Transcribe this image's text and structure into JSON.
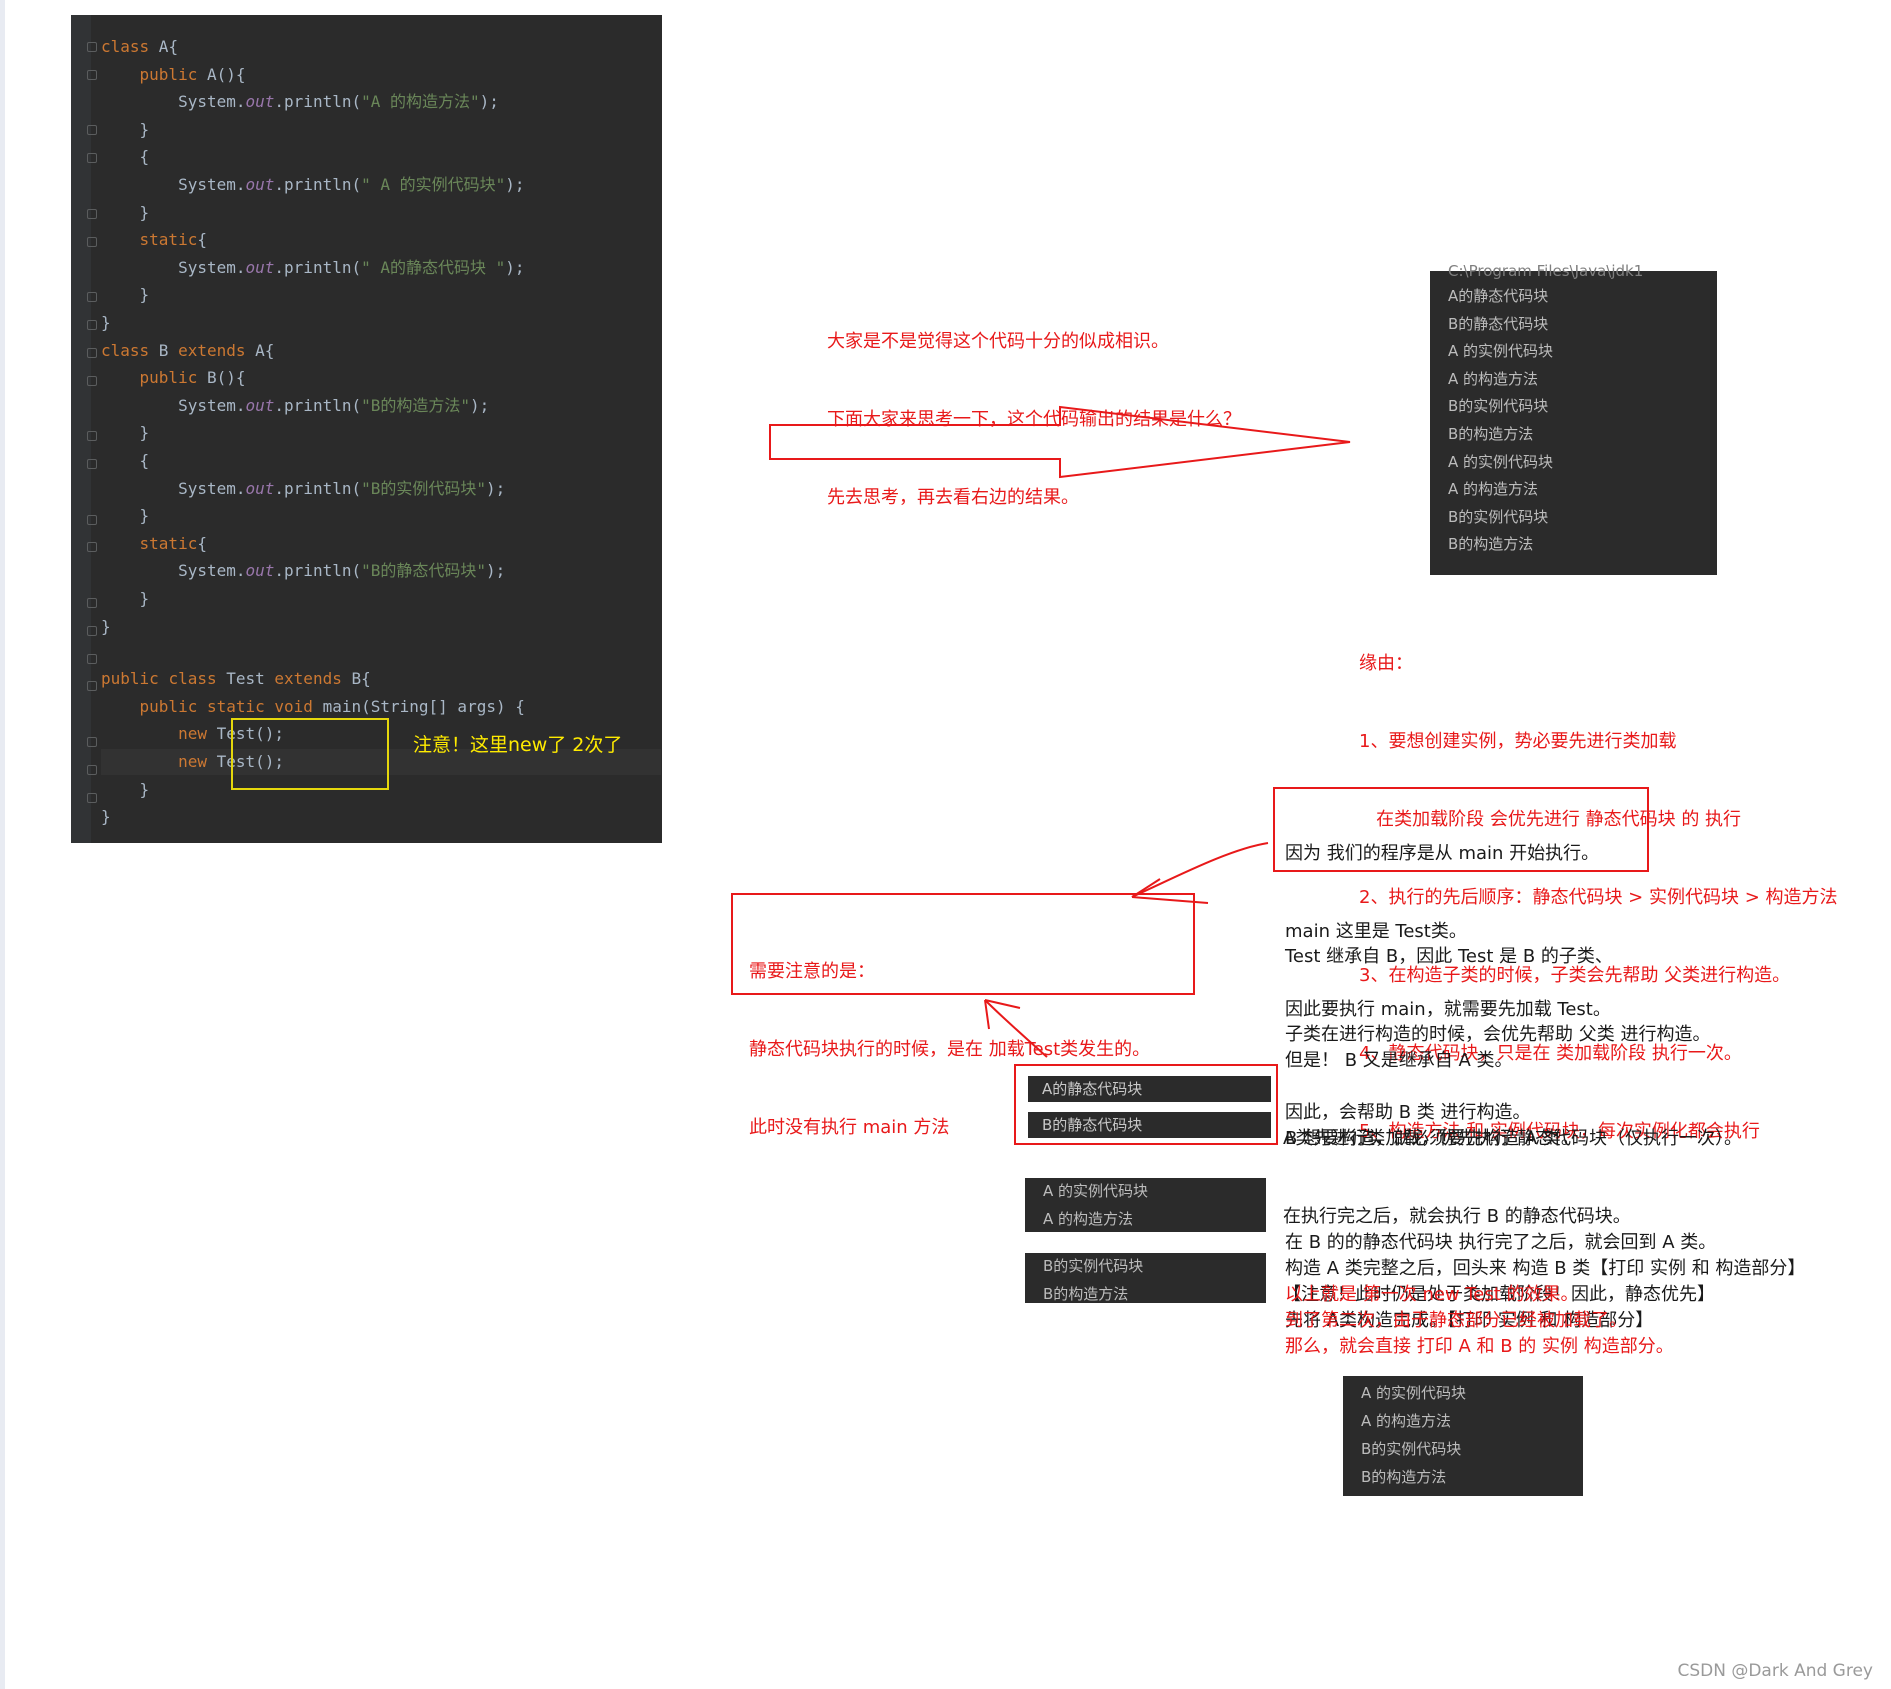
{
  "code": {
    "lines": [
      "class A{",
      "    public A(){",
      "        System.out.println(\"A 的构造方法\");",
      "    }",
      "    {",
      "        System.out.println(\" A 的实例代码块\");",
      "    }",
      "    static{",
      "        System.out.println(\" A的静态代码块 \");",
      "    }",
      "}",
      "class B extends A{",
      "    public B(){",
      "        System.out.println(\"B的构造方法\");",
      "    }",
      "    {",
      "        System.out.println(\"B的实例代码块\");",
      "    }",
      "    static{",
      "        System.out.println(\"B的静态代码块\");",
      "    }",
      "}",
      "public class Test extends B{",
      "    public static void main(String[] args) {",
      "        new Test();",
      "        new Test();",
      "    }",
      "}"
    ],
    "note": "注意！这里new了 2次了"
  },
  "question": [
    "大家是不是觉得这个代码十分的似成相识。",
    "下面大家来思考一下，这个代码输出的结果是什么？",
    "先去思考，再去看右边的结果。"
  ],
  "console_output": {
    "partial_header": "C:\\Program Files\\Java\\jdk1",
    "lines": [
      "A的静态代码块",
      "B的静态代码块",
      "A 的实例代码块",
      "A 的构造方法",
      "B的实例代码块",
      "B的构造方法",
      "A 的实例代码块",
      "A 的构造方法",
      "B的实例代码块",
      "B的构造方法"
    ]
  },
  "reasons": [
    "缘由：",
    "1、要想创建实例，势必要先进行类加载",
    "   在类加载阶段 会优先进行 静态代码块 的 执行",
    "2、执行的先后顺序：静态代码块 > 实例代码块 > 构造方法",
    "3、在构造子类的时候，子类会先帮助 父类进行构造。",
    "4、静态代码块，只是在 类加载阶段 执行一次。",
    "5、构造方法 和 实例代码块，每次实例化都会执行"
  ],
  "main_box": [
    "因为 我们的程序是从 main 开始执行。",
    "main 这里是 Test类。",
    "因此要执行 main，就需要先加载 Test。"
  ],
  "attention_box": [
    "需要注意的是：",
    "静态代码块执行的时候，是在 加载Test类发生的。",
    "此时没有执行 main 方法"
  ],
  "explain1": [
    "Test 继承自 B，因此 Test 是 B 的子类、",
    "子类在进行构造的时候，会优先帮助 父类 进行构造。",
    "因此，会帮助 B 类 进行构造。"
  ],
  "explain2": [
    "但是！ B 又是继承自 A 类。",
    "B 想要构造，就必须要先构造 A 类。"
  ],
  "static_bars": [
    "A的静态代码块",
    "B的静态代码块"
  ],
  "explain3": [
    "A类先进行类加载，优先执行 静态代码块（仅执行一次）。",
    "在执行完之后，就会执行 B 的静态代码块。",
    "【注意！此时仍是处于类加载阶段！因此，静态优先】"
  ],
  "a_bars": [
    "A 的实例代码块",
    "A 的构造方法"
  ],
  "explain4": [
    "在 B 的的静态代码块 执行完了之后，就会回到 A 类。",
    "先将 A类构造完成。【打印 实例 和 构造部分】"
  ],
  "b_bars": [
    "B的实例代码块",
    "B的构造方法"
  ],
  "explain5_black": "构造 A 类完整之后，回头来 构造 B 类【打印 实例 和 构造部分】",
  "explain5_red": [
    "以上就是 第一次 new Test 的效果。",
    "到了第二次，由于静态部分已经被加载了。",
    "那么，就会直接 打印 A 和 B 的 实例 构造部分。"
  ],
  "final_console": [
    "A 的实例代码块",
    "A 的构造方法",
    "B的实例代码块",
    "B的构造方法"
  ],
  "watermark": "CSDN @Dark And Grey",
  "colors": {
    "red": "#e8191a",
    "editor_bg": "#2b2b2b",
    "keyword": "#cc7832",
    "string": "#6a8759",
    "yellow": "#e5d70c"
  }
}
